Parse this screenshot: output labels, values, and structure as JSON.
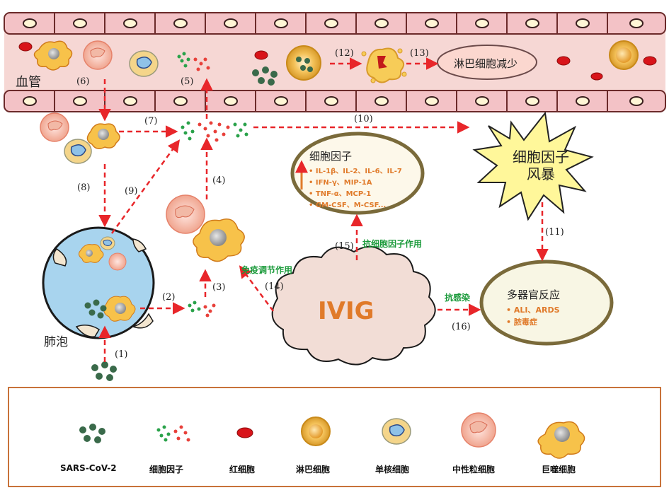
{
  "labels": {
    "vessel": "血管",
    "alveolus": "肺泡",
    "lymphopenia": "淋巴细胞减少",
    "storm_line1": "细胞因子",
    "storm_line2": "风暴",
    "ivig": "IVIG",
    "cytokine_box_title": "细胞因子",
    "cytokine_items": [
      "IL-1β、IL-2、IL-6、IL-7",
      "IFN-γ、MIP-1A",
      "TNF-α、MCP-1",
      "GM-CSF、M-CSF..."
    ],
    "multi_organ_title": "多器官反应",
    "multi_organ_items": [
      "ALI、ARDS",
      "脓毒症"
    ],
    "immune_regulation": "免疫调节作用",
    "anti_cytokine": "抗细胞因子作用",
    "anti_infection": "抗感染"
  },
  "steps": [
    "(1)",
    "(2)",
    "(3)",
    "(4)",
    "(5)",
    "(6)",
    "(7)",
    "(8)",
    "(9)",
    "(10)",
    "(11)",
    "(12)",
    "(13)",
    "(14)",
    "(15)",
    "(16)"
  ],
  "legend": [
    {
      "icon": "sars-cov-2-icon",
      "label": "SARS-CoV-2"
    },
    {
      "icon": "cytokine-icon",
      "label": "细胞因子"
    },
    {
      "icon": "red-blood-cell-icon",
      "label": "红细胞"
    },
    {
      "icon": "lymphocyte-icon",
      "label": "淋巴细胞"
    },
    {
      "icon": "monocyte-icon",
      "label": "单核细胞"
    },
    {
      "icon": "neutrophil-icon",
      "label": "中性粒细胞"
    },
    {
      "icon": "macrophage-icon",
      "label": "巨噬细胞"
    }
  ],
  "colors": {
    "vessel_wall": "#f3c2c6",
    "vessel_lumen": "#f6d7d4",
    "arrow": "#e8262a",
    "accent_green": "#1a9a3a",
    "accent_orange": "#e07a2a",
    "storm_fill": "#fff79a",
    "ivig_cloud": "#f2ddd6",
    "legend_border": "#c8723a"
  }
}
